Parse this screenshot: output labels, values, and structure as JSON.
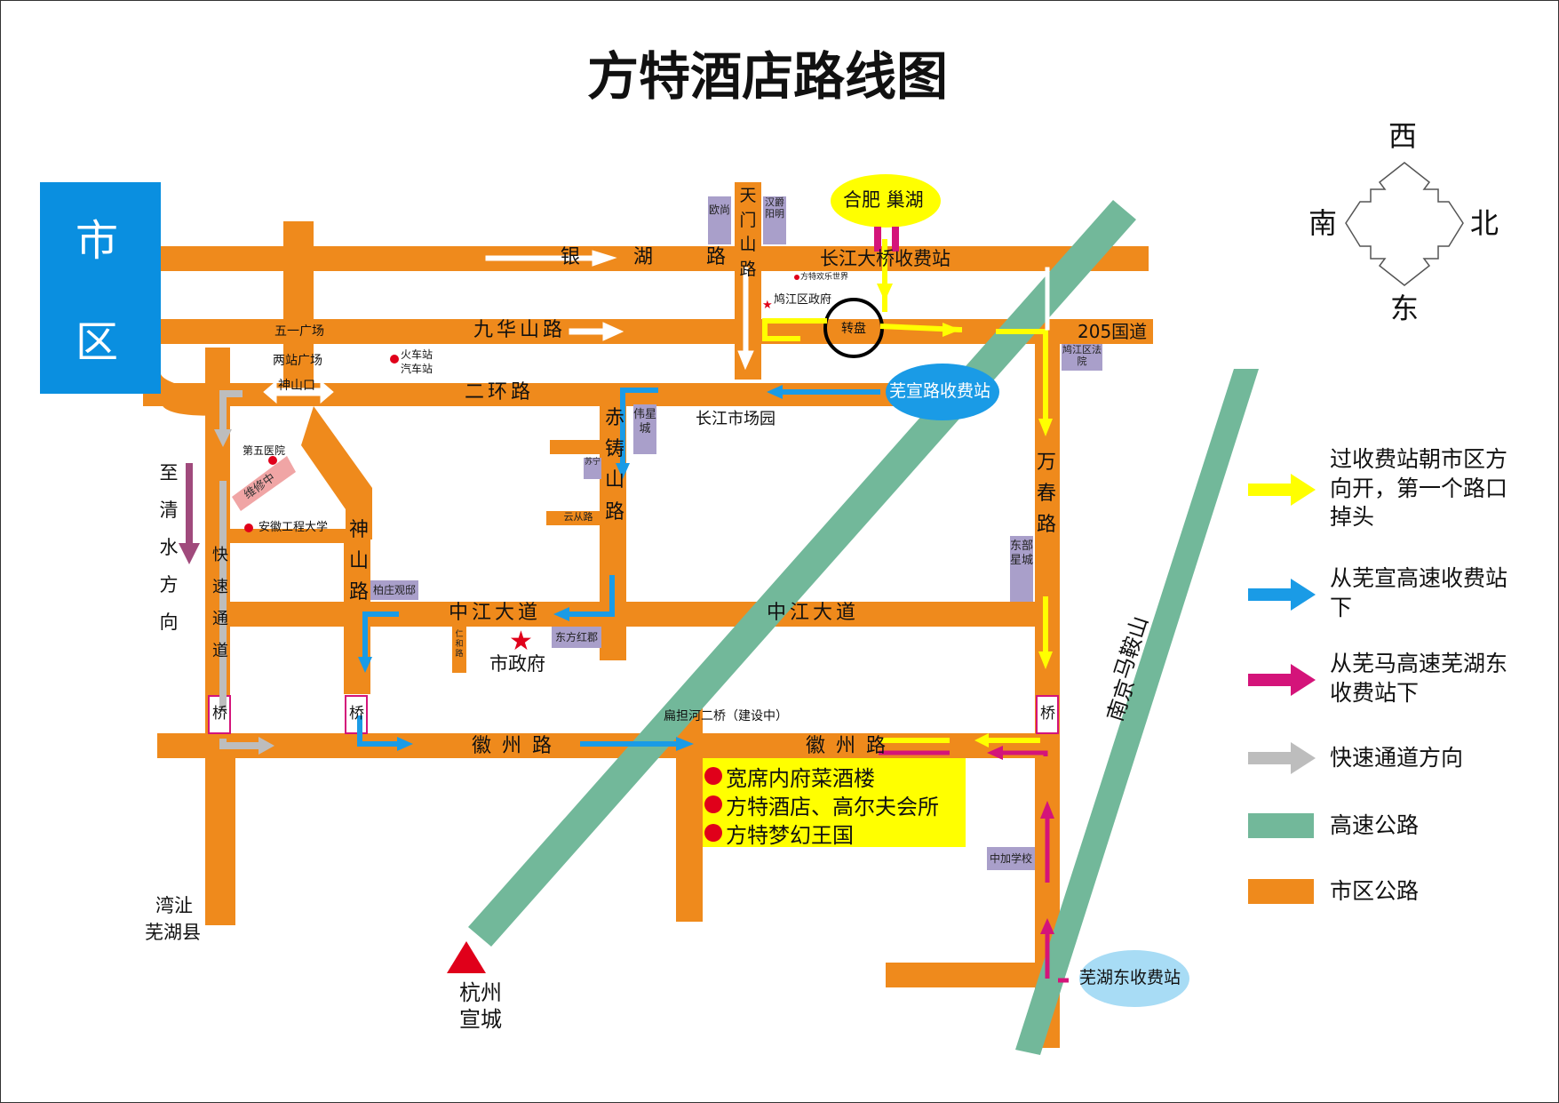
{
  "title": "方特酒店路线图",
  "city_block": {
    "line1": "市",
    "line2": "区"
  },
  "compass": {
    "west": "西",
    "south": "南",
    "north": "北",
    "east": "东"
  },
  "roads": {
    "yinhu": [
      "银",
      "湖",
      "路"
    ],
    "jiuhuashan": "九华山路",
    "erhuan": "二环路",
    "tianmenshan": "天门山路",
    "zhongjiang_left": "中江大道",
    "zhongjiang_right": "中江大道",
    "huizhou_left": "徽州路",
    "huizhou_right": "徽州路",
    "chizhushan": "赤铸山路",
    "shenshan": "神山路",
    "wanchun": "万春路",
    "guodao": "205国道",
    "kuaisu": "快速通道",
    "bridge": "桥"
  },
  "labels": {
    "hefei": "合肥 巢湖",
    "changjiang_toll": "长江大桥收费站",
    "wuxuan_toll": "芜宣路收费站",
    "wuhu_east_toll": "芜湖东收费站",
    "roundabout": "转盘",
    "changjiang_market": "长江市场园",
    "jiujiang_gov": "鸠江区政府",
    "fangte_world": "方特欢乐世界",
    "wuyi_square": "五一广场",
    "liangzhan_square": "两站广场",
    "shenshankou": "神山口",
    "train_station": "火车站",
    "bus_station": "汽车站",
    "hospital": "第五医院",
    "repair": "维修中",
    "university": "安徽工程大学",
    "city_gov": "市政府",
    "qingshui": "至清水方向",
    "wanzhi": "湾沚",
    "wuhu_county": "芜湖县",
    "hangzhou": "杭州",
    "xuancheng": "宣城",
    "maanshan": "马鞍山",
    "nanjing": "南京",
    "biandanhe": "扁担河二桥（建设中）",
    "ou_shang": "欧尚",
    "hanjue": "汉爵阳明",
    "weixing": "伟星城",
    "suning": "苏宁",
    "yuncong": "云从路",
    "bozhuang": "柏庄观邸",
    "renhe": "仁和路",
    "dongfang": "东方红郡",
    "jiujiang_court": "鸠江区法院",
    "dongbu": "东部星城",
    "zhongjia": "中加学校"
  },
  "destinations": [
    "宽席内府菜酒楼",
    "方特酒店、高尔夫会所",
    "方特梦幻王国"
  ],
  "legend": [
    {
      "label": "过收费站朝市区方向开，第一个路口掉头",
      "color": "#ffff00",
      "kind": "arrow"
    },
    {
      "label": "从芜宣高速收费站下",
      "color": "#1a9be6",
      "kind": "arrow"
    },
    {
      "label": "从芜马高速芜湖东收费站下",
      "color": "#d4147a",
      "kind": "arrow"
    },
    {
      "label": "快速通道方向",
      "color": "#bdbdbd",
      "kind": "arrow"
    },
    {
      "label": "高速公路",
      "color": "#72b89a",
      "kind": "bar"
    },
    {
      "label": "市区公路",
      "color": "#ef8a1c",
      "kind": "bar"
    }
  ],
  "colors": {
    "road": "#ef8a1c",
    "highway": "#72b89a",
    "city": "#0a8fe0",
    "highlight": "#ffff00",
    "marker": "#e0001a",
    "poi_box": "#a99fca"
  }
}
